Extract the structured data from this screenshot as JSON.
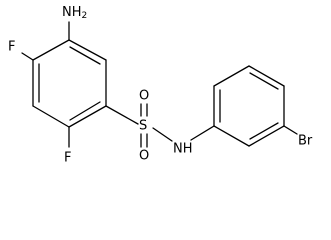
{
  "labels": {
    "amine": "NH",
    "amine_subscript": "2",
    "fluoro_top": "F",
    "fluoro_bottom": "F",
    "sulfur": "S",
    "oxygen_top": "O",
    "oxygen_bottom": "O",
    "sulfonamide_nh": "NH",
    "bromo": "Br"
  },
  "colors": {
    "bond": "#000000",
    "text": "#000000",
    "background": "#ffffff"
  }
}
